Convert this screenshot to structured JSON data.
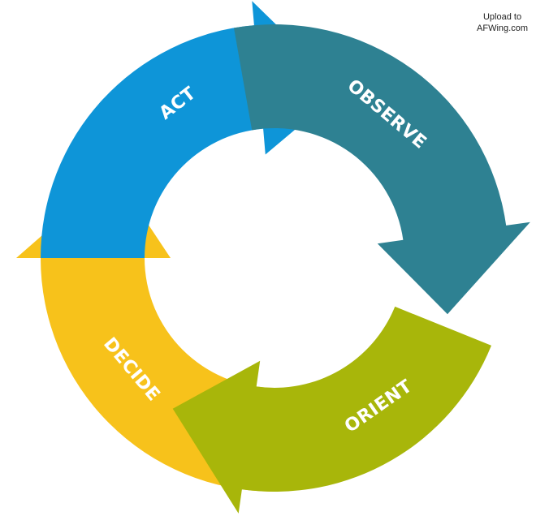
{
  "watermark": {
    "line1": "Upload to",
    "line2": "AFWing.com"
  },
  "cycle": {
    "segments": [
      {
        "key": "act",
        "label": "ACT",
        "color": "#0E95D8"
      },
      {
        "key": "observe",
        "label": "OBSERVE",
        "color": "#2E8192"
      },
      {
        "key": "orient",
        "label": "ORIENT",
        "color": "#A8B60A"
      },
      {
        "key": "decide",
        "label": "DECIDE",
        "color": "#F7C21B"
      }
    ]
  }
}
